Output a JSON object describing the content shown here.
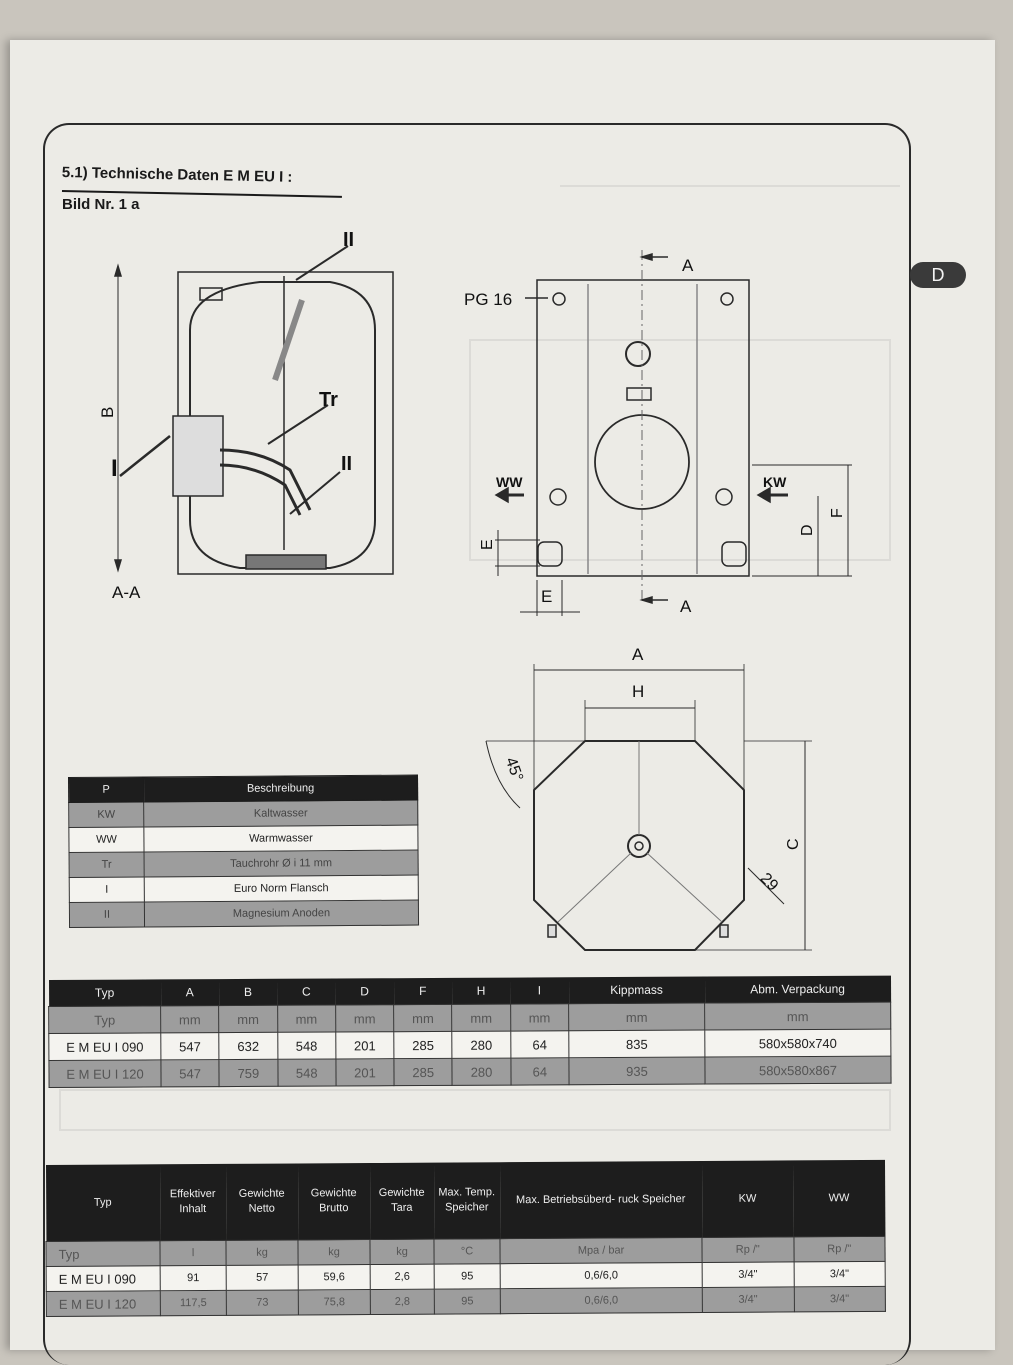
{
  "section": {
    "heading": "5.1) Technische Daten E M EU I :",
    "subheading": "Bild  Nr. 1 a",
    "tab": "D"
  },
  "drawing": {
    "side": {
      "label_II_top": "II",
      "label_Tr": "Tr",
      "label_II_bottom": "II",
      "label_I": "I",
      "label_B": "B",
      "label_AA": "A-A"
    },
    "front": {
      "label_A_top": "A",
      "label_pg16": "PG 16",
      "label_WW": "WW",
      "label_KW": "KW",
      "label_D": "D",
      "label_F": "F",
      "label_E_vert": "E",
      "label_E": "E",
      "label_A_bottom": "A"
    },
    "top": {
      "label_A": "A",
      "label_H": "H",
      "label_angle": "45°",
      "label_C": "C",
      "label_29": "29"
    }
  },
  "description_table": {
    "headers": [
      "P",
      "Beschreibung"
    ],
    "rows": [
      [
        "KW",
        "Kaltwasser"
      ],
      [
        "WW",
        "Warmwasser"
      ],
      [
        "Tr",
        "Tauchrohr Ø i 11 mm"
      ],
      [
        "I",
        "Euro Norm Flansch"
      ],
      [
        "II",
        "Magnesium Anoden"
      ]
    ]
  },
  "dimensions_table": {
    "headers": [
      "Typ",
      "A",
      "B",
      "C",
      "D",
      "F",
      "H",
      "I",
      "Kippmass",
      "Abm. Verpackung"
    ],
    "units": [
      "Typ",
      "mm",
      "mm",
      "mm",
      "mm",
      "mm",
      "mm",
      "mm",
      "mm",
      "mm"
    ],
    "rows": [
      [
        "E M EU I 090",
        "547",
        "632",
        "548",
        "201",
        "285",
        "280",
        "64",
        "835",
        "580x580x740"
      ],
      [
        "E M EU I 120",
        "547",
        "759",
        "548",
        "201",
        "285",
        "280",
        "64",
        "935",
        "580x580x867"
      ]
    ]
  },
  "weights_table": {
    "headers": [
      "Typ",
      "Effektiver Inhalt",
      "Gewichte Netto",
      "Gewichte Brutto",
      "Gewichte Tara",
      "Max. Temp. Speicher",
      "Max. Betriebsüberd- ruck Speicher",
      "KW",
      "WW"
    ],
    "units": [
      "Typ",
      "l",
      "kg",
      "kg",
      "kg",
      "°C",
      "Mpa / bar",
      "Rp /\"",
      "Rp /\""
    ],
    "rows": [
      [
        "E M EU I 090",
        "91",
        "57",
        "59,6",
        "2,6",
        "95",
        "0,6/6,0",
        "3/4\"",
        "3/4\""
      ],
      [
        "E M EU I 120",
        "117,5",
        "73",
        "75,8",
        "2,8",
        "95",
        "0,6/6,0",
        "3/4\"",
        "3/4\""
      ]
    ]
  }
}
